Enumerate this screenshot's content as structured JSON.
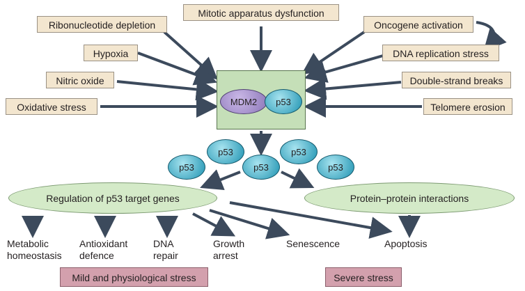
{
  "stressors": {
    "ribonucleotide_depletion": "Ribonucleotide depletion",
    "mitotic_apparatus_dysfunction": "Mitotic apparatus dysfunction",
    "oncogene_activation": "Oncogene activation",
    "hypoxia": "Hypoxia",
    "dna_replication_stress": "DNA replication stress",
    "nitric_oxide": "Nitric oxide",
    "double_strand_breaks": "Double-strand breaks",
    "oxidative_stress": "Oxidative stress",
    "telomere_erosion": "Telomere erosion"
  },
  "center": {
    "mdm2": "MDM2",
    "p53": "p53"
  },
  "released_p53": {
    "label": "p53"
  },
  "targets": {
    "regulation": "Regulation of p53 target genes",
    "protein_interactions": "Protein–protein interactions"
  },
  "outcomes": {
    "metabolic": "Metabolic\nhomeostasis",
    "antioxidant": "Antioxidant\ndefence",
    "dna_repair": "DNA\nrepair",
    "growth_arrest": "Growth\narrest",
    "senescence": "Senescence",
    "apoptosis": "Apoptosis"
  },
  "bands": {
    "mild": "Mild and physiological stress",
    "severe": "Severe stress"
  },
  "colors": {
    "stress_box": "#f3e6cf",
    "center_box": "#c5dfb8",
    "p53": "#1f93b1",
    "mdm2": "#8b76b8",
    "target_oval": "#d4eac8",
    "band": "#d3a0ad",
    "arrow": "#3c4a5c"
  }
}
